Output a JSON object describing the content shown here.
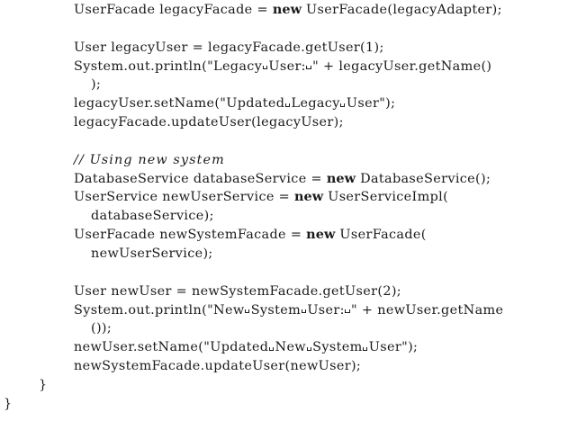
{
  "document": {
    "kind": "code-listing",
    "language": "Java",
    "background_color": "#ffffff",
    "text_color": "#1b1b1b",
    "space_glyph": "␣"
  },
  "lines": [
    {
      "id": 1,
      "indent": 2,
      "kind": "code",
      "text": "UserFacade legacyFacade = new UserFacade(legacyAdapter);",
      "segments": [
        {
          "type": "plain",
          "text": "UserFacade legacyFacade = "
        },
        {
          "type": "keyword",
          "text": "new"
        },
        {
          "type": "plain",
          "text": " UserFacade(legacyAdapter);"
        }
      ]
    },
    {
      "id": 2,
      "indent": 2,
      "kind": "blank",
      "text": "",
      "segments": []
    },
    {
      "id": 3,
      "indent": 2,
      "kind": "code",
      "text": "User legacyUser = legacyFacade.getUser(1);",
      "segments": [
        {
          "type": "plain",
          "text": "User legacyUser = legacyFacade.getUser(1);"
        }
      ]
    },
    {
      "id": 4,
      "indent": 2,
      "kind": "code",
      "text": "System.out.println(\"Legacy␣User:␣\" + legacyUser.getName()",
      "segments": [
        {
          "type": "plain",
          "text": "System.out.println("
        },
        {
          "type": "string",
          "text": "\"Legacy"
        },
        {
          "type": "space-glyph",
          "text": "␣"
        },
        {
          "type": "string",
          "text": "User:"
        },
        {
          "type": "space-glyph",
          "text": "␣"
        },
        {
          "type": "string",
          "text": "\""
        },
        {
          "type": "plain",
          "text": " + legacyUser.getName()"
        }
      ]
    },
    {
      "id": 5,
      "indent": "2c",
      "kind": "code",
      "text": ");",
      "segments": [
        {
          "type": "plain",
          "text": ");"
        }
      ]
    },
    {
      "id": 6,
      "indent": 2,
      "kind": "code",
      "text": "legacyUser.setName(\"Updated␣Legacy␣User\");",
      "segments": [
        {
          "type": "plain",
          "text": "legacyUser.setName("
        },
        {
          "type": "string",
          "text": "\"Updated"
        },
        {
          "type": "space-glyph",
          "text": "␣"
        },
        {
          "type": "string",
          "text": "Legacy"
        },
        {
          "type": "space-glyph",
          "text": "␣"
        },
        {
          "type": "string",
          "text": "User\""
        },
        {
          "type": "plain",
          "text": ");"
        }
      ]
    },
    {
      "id": 7,
      "indent": 2,
      "kind": "code",
      "text": "legacyFacade.updateUser(legacyUser);",
      "segments": [
        {
          "type": "plain",
          "text": "legacyFacade.updateUser(legacyUser);"
        }
      ]
    },
    {
      "id": 8,
      "indent": 2,
      "kind": "blank",
      "text": "",
      "segments": []
    },
    {
      "id": 9,
      "indent": 2,
      "kind": "comment",
      "text": "// Using new system",
      "segments": [
        {
          "type": "comment",
          "text": "// Using new system"
        }
      ]
    },
    {
      "id": 10,
      "indent": 2,
      "kind": "code",
      "text": "DatabaseService databaseService = new DatabaseService();",
      "segments": [
        {
          "type": "plain",
          "text": "DatabaseService databaseService = "
        },
        {
          "type": "keyword",
          "text": "new"
        },
        {
          "type": "plain",
          "text": " DatabaseService();"
        }
      ]
    },
    {
      "id": 11,
      "indent": 2,
      "kind": "code",
      "text": "UserService newUserService = new UserServiceImpl(",
      "segments": [
        {
          "type": "plain",
          "text": "UserService newUserService = "
        },
        {
          "type": "keyword",
          "text": "new"
        },
        {
          "type": "plain",
          "text": " UserServiceImpl("
        }
      ]
    },
    {
      "id": 12,
      "indent": "2c",
      "kind": "code",
      "text": "databaseService);",
      "segments": [
        {
          "type": "plain",
          "text": "databaseService);"
        }
      ]
    },
    {
      "id": 13,
      "indent": 2,
      "kind": "code",
      "text": "UserFacade newSystemFacade = new UserFacade(",
      "segments": [
        {
          "type": "plain",
          "text": "UserFacade newSystemFacade = "
        },
        {
          "type": "keyword",
          "text": "new"
        },
        {
          "type": "plain",
          "text": " UserFacade("
        }
      ]
    },
    {
      "id": 14,
      "indent": "2c",
      "kind": "code",
      "text": "newUserService);",
      "segments": [
        {
          "type": "plain",
          "text": "newUserService);"
        }
      ]
    },
    {
      "id": 15,
      "indent": 2,
      "kind": "blank",
      "text": "",
      "segments": []
    },
    {
      "id": 16,
      "indent": 2,
      "kind": "code",
      "text": "User newUser = newSystemFacade.getUser(2);",
      "segments": [
        {
          "type": "plain",
          "text": "User newUser = newSystemFacade.getUser(2);"
        }
      ]
    },
    {
      "id": 17,
      "indent": 2,
      "kind": "code",
      "text": "System.out.println(\"New␣System␣User:␣\" + newUser.getName",
      "segments": [
        {
          "type": "plain",
          "text": "System.out.println("
        },
        {
          "type": "string",
          "text": "\"New"
        },
        {
          "type": "space-glyph",
          "text": "␣"
        },
        {
          "type": "string",
          "text": "System"
        },
        {
          "type": "space-glyph",
          "text": "␣"
        },
        {
          "type": "string",
          "text": "User:"
        },
        {
          "type": "space-glyph",
          "text": "␣"
        },
        {
          "type": "string",
          "text": "\""
        },
        {
          "type": "plain",
          "text": " + newUser.getName"
        }
      ]
    },
    {
      "id": 18,
      "indent": "2c",
      "kind": "code",
      "text": "());",
      "segments": [
        {
          "type": "plain",
          "text": "());"
        }
      ]
    },
    {
      "id": 19,
      "indent": 2,
      "kind": "code",
      "text": "newUser.setName(\"Updated␣New␣System␣User\");",
      "segments": [
        {
          "type": "plain",
          "text": "newUser.setName("
        },
        {
          "type": "string",
          "text": "\"Updated"
        },
        {
          "type": "space-glyph",
          "text": "␣"
        },
        {
          "type": "string",
          "text": "New"
        },
        {
          "type": "space-glyph",
          "text": "␣"
        },
        {
          "type": "string",
          "text": "System"
        },
        {
          "type": "space-glyph",
          "text": "␣"
        },
        {
          "type": "string",
          "text": "User\""
        },
        {
          "type": "plain",
          "text": ");"
        }
      ]
    },
    {
      "id": 20,
      "indent": 2,
      "kind": "code",
      "text": "newSystemFacade.updateUser(newUser);",
      "segments": [
        {
          "type": "plain",
          "text": "newSystemFacade.updateUser(newUser);"
        }
      ]
    },
    {
      "id": 21,
      "indent": 1,
      "kind": "code",
      "text": "}",
      "segments": [
        {
          "type": "plain",
          "text": "}"
        }
      ]
    },
    {
      "id": 22,
      "indent": 0,
      "kind": "code",
      "text": "}",
      "segments": [
        {
          "type": "plain",
          "text": "}"
        }
      ]
    }
  ]
}
